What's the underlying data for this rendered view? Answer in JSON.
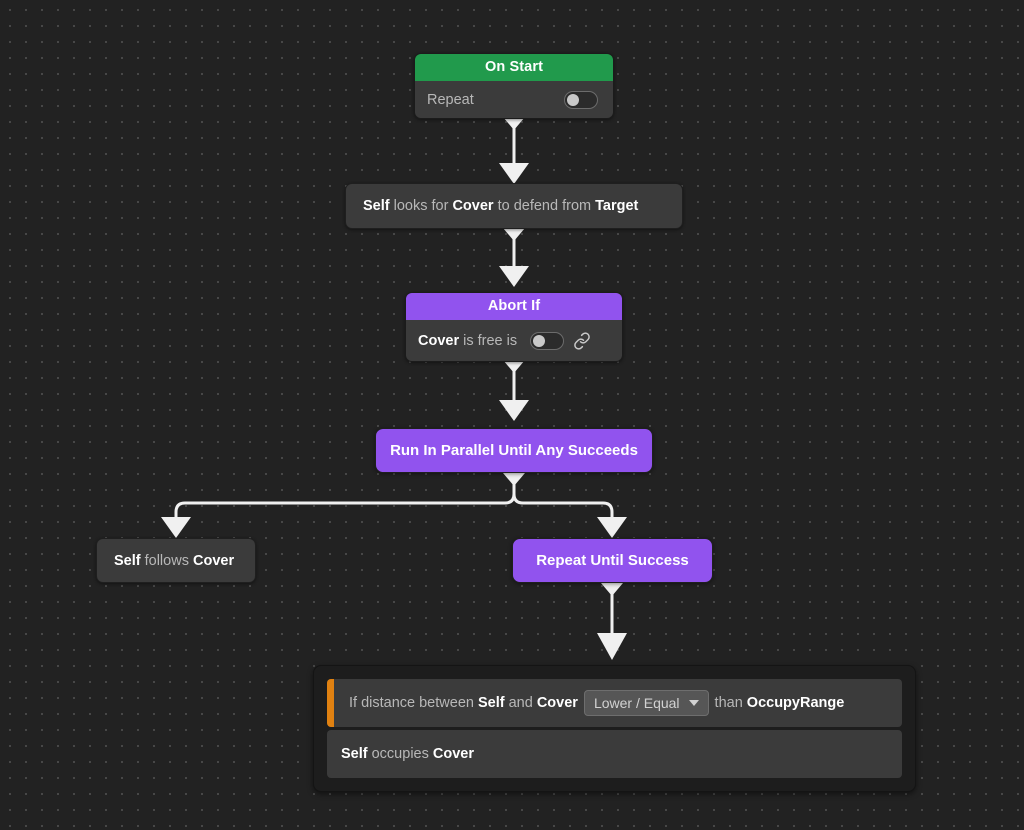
{
  "canvas": {
    "background_color": "#222222",
    "dot_color": "#4a4a4a",
    "connector_color": "#f0f0f0"
  },
  "colors": {
    "green_header": "#219a4c",
    "purple": "#9153ee",
    "node_body": "#3b3b3b",
    "group_background": "#1d1d1d",
    "accent_orange": "#e08111",
    "text_muted": "#b8b8b8",
    "text_strong": "#ffffff"
  },
  "nodes": {
    "on_start": {
      "title": "On Start",
      "repeat_label": "Repeat",
      "repeat_toggle_state": "off"
    },
    "look_for_cover": {
      "tokens": [
        {
          "text": "Self",
          "strong": true
        },
        {
          "text": " looks for ",
          "strong": false
        },
        {
          "text": "Cover",
          "strong": true
        },
        {
          "text": " to defend from ",
          "strong": false
        },
        {
          "text": "Target",
          "strong": true
        }
      ]
    },
    "abort_if": {
      "title": "Abort If",
      "tokens": [
        {
          "text": "Cover",
          "strong": true
        },
        {
          "text": " is free is",
          "strong": false
        }
      ],
      "toggle_state": "off",
      "link_icon": "link-icon"
    },
    "run_in_parallel": {
      "title": "Run In Parallel Until Any Succeeds"
    },
    "self_follows_cover": {
      "tokens": [
        {
          "text": "Self",
          "strong": true
        },
        {
          "text": " follows ",
          "strong": false
        },
        {
          "text": "Cover",
          "strong": true
        }
      ]
    },
    "repeat_until_success": {
      "title": "Repeat Until Success"
    },
    "decorator_group": {
      "condition_row": {
        "tokens_before": [
          {
            "text": "If distance between ",
            "strong": false
          },
          {
            "text": "Self",
            "strong": true
          },
          {
            "text": " and ",
            "strong": false
          },
          {
            "text": "Cover",
            "strong": true
          }
        ],
        "comparator": "Lower / Equal",
        "tokens_after": [
          {
            "text": "than ",
            "strong": false
          },
          {
            "text": "OccupyRange",
            "strong": true
          }
        ]
      },
      "action_row": {
        "tokens": [
          {
            "text": "Self",
            "strong": true
          },
          {
            "text": " occupies ",
            "strong": false
          },
          {
            "text": "Cover",
            "strong": true
          }
        ]
      }
    }
  }
}
